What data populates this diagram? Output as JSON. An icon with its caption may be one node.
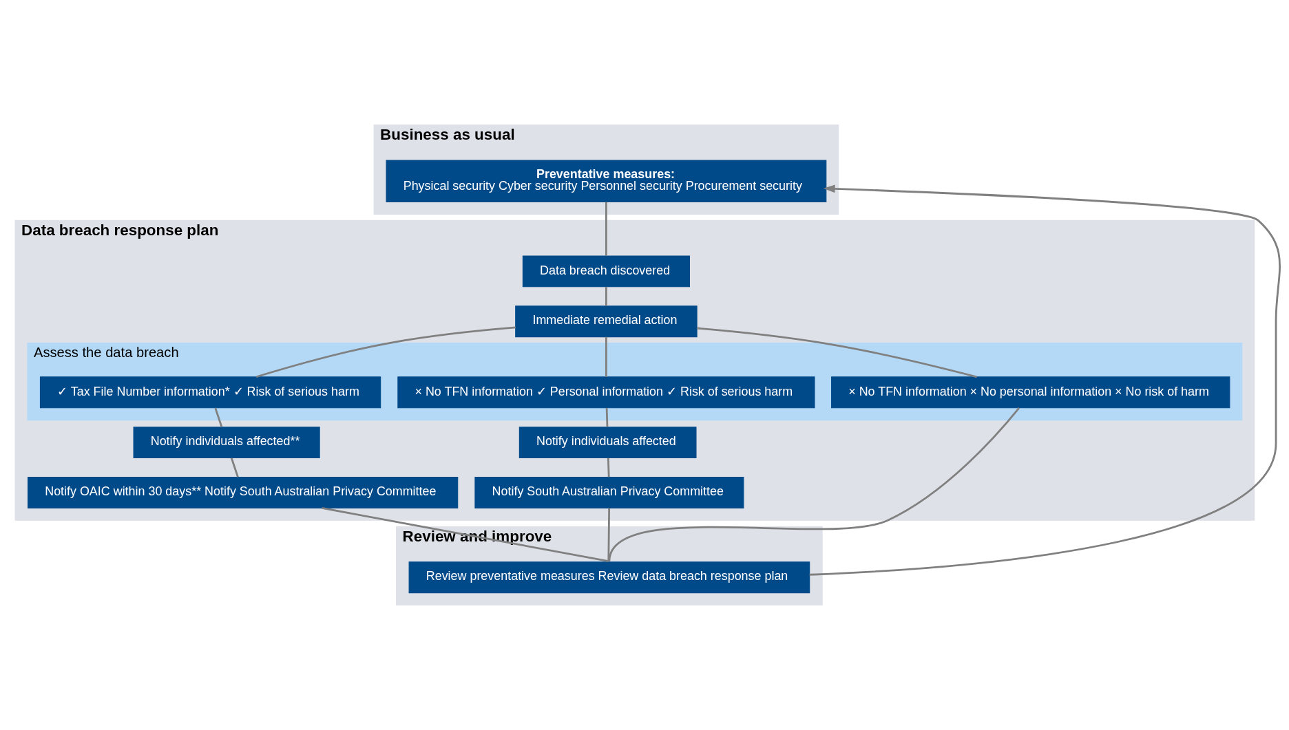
{
  "diagram": {
    "nodes": [
      {
        "text": [
          "Business as usual"
        ]
      },
      {
        "text": [
          "Preventative measures:",
          "Physical security Cyber security Personnel security Procurement security"
        ],
        "in": 0
      },
      {
        "text": [
          "Data breach response plan"
        ]
      },
      {
        "text": [
          "Data breach discovered"
        ],
        "in": 2
      },
      {
        "text": [
          "Immediate remedial action"
        ],
        "in": 2
      },
      {
        "text": [
          "Assess the data breach"
        ],
        "in": 2
      },
      {
        "text": [
          "✓ Tax File Number information* ✓ Risk of serious harm"
        ],
        "in": 5
      },
      {
        "text": [
          "× No TFN information ✓ Personal information ✓ Risk of serious harm"
        ],
        "in": 5
      },
      {
        "text": [
          "× No TFN information × No personal information × No risk of harm"
        ],
        "in": 5
      },
      {
        "text": [
          "Notify individuals affected**"
        ],
        "in": 2
      },
      {
        "text": [
          "Notify individuals affected"
        ],
        "in": 2
      },
      {
        "text": [
          "Notify OAIC within 30 days** Notify South Australian Privacy Committee"
        ],
        "in": 2
      },
      {
        "text": [
          "Notify South Australian Privacy Committee"
        ],
        "in": 2
      },
      {
        "text": [
          "Review and improve"
        ]
      },
      {
        "text": [
          "Review preventative measures Review data breach response plan"
        ],
        "in": 13
      }
    ],
    "edges": [
      {
        "from": 1,
        "to": 3,
        "arrow": "none"
      },
      {
        "from": 3,
        "to": 4,
        "arrow": "none"
      },
      {
        "from": 4,
        "to": 6,
        "arrow": "none"
      },
      {
        "from": 4,
        "to": 7,
        "arrow": "none"
      },
      {
        "from": 4,
        "to": 8,
        "arrow": "none"
      },
      {
        "from": 6,
        "to": 9,
        "arrow": "none"
      },
      {
        "from": 9,
        "to": 11,
        "arrow": "none"
      },
      {
        "from": 7,
        "to": 10,
        "arrow": "none"
      },
      {
        "from": 10,
        "to": 12,
        "arrow": "none"
      },
      {
        "from": 11,
        "to": 14,
        "arrow": "none"
      },
      {
        "from": 12,
        "to": 14,
        "arrow": "none"
      },
      {
        "from": 8,
        "to": 14,
        "arrow": "none"
      },
      {
        "from": 14,
        "to": 1,
        "arrow": "to"
      }
    ]
  }
}
